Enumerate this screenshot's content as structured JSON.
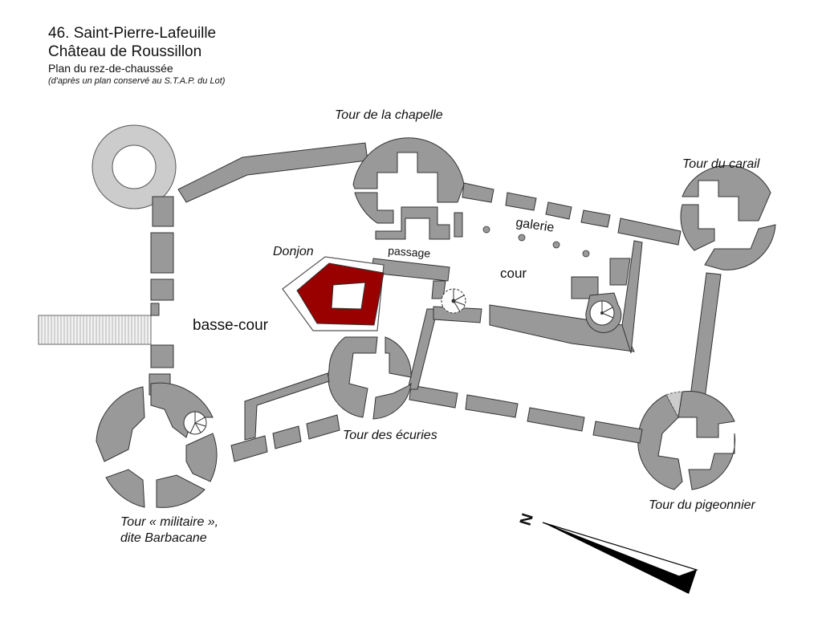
{
  "header": {
    "line1": "46. Saint-Pierre-Lafeuille",
    "line2": "Château de Roussillon",
    "line3": "Plan du rez-de-chaussée",
    "line4": "(d'après un plan conservé au S.T.A.P. du Lot)"
  },
  "labels": {
    "tour_chapelle": "Tour de la chapelle",
    "tour_carail": "Tour du carail",
    "donjon": "Donjon",
    "passage": "passage",
    "galerie": "galerie",
    "cour": "cour",
    "basse_cour": "basse-cour",
    "tour_ecuries": "Tour des écuries",
    "tour_pigeonnier": "Tour du pigeonnier",
    "tour_militaire_l1": "Tour « militaire »,",
    "tour_militaire_l2": "dite Barbacane"
  },
  "north_arrow": {
    "letter": "N"
  },
  "colors": {
    "wall": "#999999",
    "outline": "#333333",
    "donjon": "#990000",
    "light_grey": "#cccccc"
  }
}
